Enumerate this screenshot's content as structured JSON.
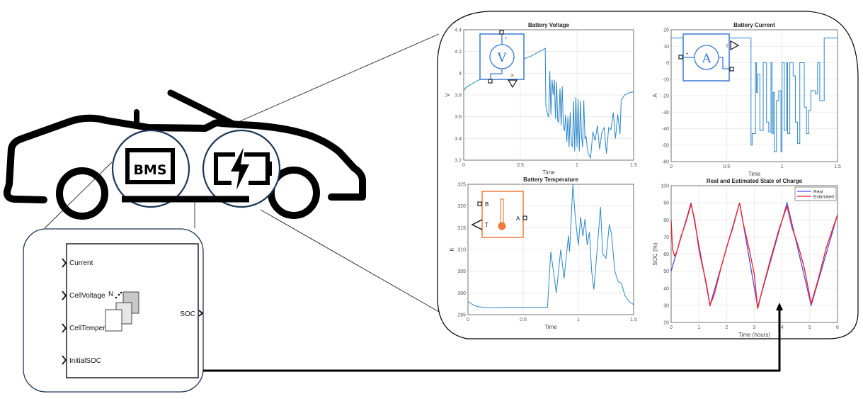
{
  "car": {
    "bms_label": "BMS",
    "icons": [
      "car-outline-icon",
      "bms-chip-icon",
      "battery-charging-icon"
    ],
    "highlight_circle_color": "#1f3557",
    "outline_color": "#000000"
  },
  "bms_block": {
    "inputs": [
      "Current",
      "CellVoltage",
      "CellTemper",
      "InitialSOC"
    ],
    "output": "SOC",
    "subsystem_label": "N",
    "border_color": "#1f3557"
  },
  "plots_panel": {
    "border_color": "#000000"
  },
  "chart_data": [
    {
      "type": "line",
      "title": "Battery Voltage",
      "xlabel": "Time",
      "ylabel": "V",
      "xlim": [
        0,
        1.5
      ],
      "ylim": [
        3.2,
        4.4
      ],
      "xticks": [
        "0",
        "0.5",
        "1",
        "1.5"
      ],
      "yticks": [
        "3.2",
        "3.4",
        "3.6",
        "3.8",
        "4",
        "4.2",
        "4.4"
      ],
      "grid": true,
      "series_color": "#2b86c9",
      "inset_icon": "voltage-sensor-icon",
      "inset_label": "V",
      "x": [
        0,
        0.02,
        0.1,
        0.2,
        0.3,
        0.4,
        0.5,
        0.6,
        0.72,
        0.725,
        0.74,
        0.75,
        0.76,
        0.77,
        0.78,
        0.79,
        0.8,
        0.81,
        0.82,
        0.83,
        0.84,
        0.85,
        0.86,
        0.87,
        0.88,
        0.89,
        0.9,
        0.91,
        0.92,
        0.93,
        0.94,
        0.95,
        0.96,
        0.97,
        0.98,
        0.99,
        1.0,
        1.01,
        1.02,
        1.03,
        1.04,
        1.05,
        1.06,
        1.07,
        1.08,
        1.09,
        1.1,
        1.12,
        1.14,
        1.16,
        1.18,
        1.2,
        1.22,
        1.24,
        1.26,
        1.28,
        1.3,
        1.32,
        1.34,
        1.36,
        1.38,
        1.39,
        1.42,
        1.46,
        1.5
      ],
      "values": [
        3.84,
        3.87,
        3.92,
        3.97,
        4.02,
        4.08,
        4.12,
        4.16,
        4.23,
        3.7,
        3.62,
        3.6,
        4.02,
        3.62,
        3.94,
        3.8,
        3.94,
        3.58,
        3.92,
        3.56,
        3.55,
        3.86,
        3.52,
        3.88,
        3.5,
        3.47,
        3.62,
        3.37,
        3.6,
        3.32,
        3.64,
        3.36,
        3.32,
        3.74,
        3.28,
        3.78,
        3.32,
        3.76,
        3.28,
        3.74,
        3.42,
        3.32,
        3.75,
        3.4,
        3.42,
        3.32,
        3.26,
        3.22,
        3.46,
        3.38,
        3.52,
        3.3,
        3.46,
        3.5,
        3.26,
        3.5,
        3.48,
        3.64,
        3.4,
        3.62,
        3.44,
        3.75,
        3.8,
        3.82,
        3.83
      ]
    },
    {
      "type": "line",
      "title": "Battery Current",
      "xlabel": "Time",
      "ylabel": "A",
      "xlim": [
        0,
        1.5
      ],
      "ylim": [
        -60,
        20
      ],
      "xticks": [
        "0",
        "0.5",
        "1",
        "1.5"
      ],
      "yticks": [
        "-60",
        "-50",
        "-40",
        "-30",
        "-20",
        "-10",
        "0",
        "10",
        "20"
      ],
      "grid": true,
      "series_color": "#2b86c9",
      "inset_icon": "current-sensor-icon",
      "inset_label": "A",
      "x": [
        0,
        0.72,
        0.72,
        0.73,
        0.76,
        0.77,
        0.78,
        0.79,
        0.8,
        0.82,
        0.83,
        0.84,
        0.86,
        0.87,
        0.88,
        0.9,
        0.91,
        0.92,
        0.93,
        0.95,
        0.97,
        0.99,
        1.0,
        1.02,
        1.04,
        1.05,
        1.07,
        1.08,
        1.1,
        1.12,
        1.14,
        1.16,
        1.18,
        1.2,
        1.22,
        1.24,
        1.26,
        1.28,
        1.3,
        1.32,
        1.34,
        1.36,
        1.38,
        1.39,
        1.45,
        1.5
      ],
      "values": [
        15,
        15,
        -50,
        -43,
        0,
        -18,
        -7,
        -7,
        -41,
        -41,
        0,
        0,
        -36,
        -36,
        -42,
        0,
        -43,
        -18,
        -54,
        -23,
        -17,
        -54,
        0,
        -41,
        0,
        -43,
        0,
        0,
        -8,
        -36,
        -49,
        0,
        0,
        -27,
        -43,
        -29,
        -17,
        -17,
        -19,
        0,
        -23,
        -23,
        15,
        15,
        15,
        15
      ]
    },
    {
      "type": "line",
      "title": "Battery Temperature",
      "xlabel": "Time",
      "ylabel": "K",
      "xlim": [
        0,
        1.5
      ],
      "ylim": [
        295,
        325
      ],
      "xticks": [
        "0",
        "0.5",
        "1",
        "1.5"
      ],
      "yticks": [
        "295",
        "300",
        "305",
        "310",
        "315",
        "320",
        "325"
      ],
      "grid": true,
      "series_color": "#2b86c9",
      "inset_icon": "temperature-sensor-icon",
      "inset_labels": [
        "B",
        "T",
        "A"
      ],
      "x": [
        0,
        0.05,
        0.1,
        0.2,
        0.3,
        0.4,
        0.5,
        0.6,
        0.72,
        0.75,
        0.8,
        0.84,
        0.87,
        0.91,
        0.92,
        0.95,
        0.97,
        0.99,
        1.0,
        1.02,
        1.04,
        1.06,
        1.08,
        1.1,
        1.12,
        1.14,
        1.17,
        1.2,
        1.22,
        1.25,
        1.28,
        1.3,
        1.33,
        1.36,
        1.39,
        1.42,
        1.46,
        1.5
      ],
      "values": [
        298,
        297.2,
        296.8,
        296.6,
        296.6,
        296.7,
        296.7,
        296.7,
        296.7,
        309.5,
        300,
        310,
        303.3,
        313.2,
        309.5,
        325,
        318,
        313,
        311,
        317.5,
        313,
        317,
        311,
        314,
        305,
        300.8,
        310,
        319.8,
        309,
        308,
        315.8,
        313.5,
        305,
        302.6,
        302.2,
        299.5,
        298,
        297.3
      ]
    },
    {
      "type": "line",
      "title": "Real and Estimated State of Charge",
      "xlabel": "Time (hours)",
      "ylabel": "SOC (%)",
      "xlim": [
        0,
        6
      ],
      "ylim": [
        20,
        100
      ],
      "xticks": [
        "0",
        "1",
        "2",
        "3",
        "4",
        "5",
        "6"
      ],
      "yticks": [
        "20",
        "30",
        "40",
        "50",
        "60",
        "70",
        "80",
        "90",
        "100"
      ],
      "grid": true,
      "legend": {
        "position": "top-right",
        "entries": [
          "Real",
          "Estimated"
        ]
      },
      "series": [
        {
          "name": "Real",
          "color": "#4d4dff",
          "x": [
            0,
            0.72,
            1.4,
            2.47,
            3.12,
            4.18,
            5.05,
            6.0
          ],
          "values": [
            50,
            90,
            30,
            90,
            29,
            90,
            30,
            83
          ]
        },
        {
          "name": "Estimated",
          "color": "#ff1a1a",
          "x": [
            0,
            0.05,
            0.12,
            0.2,
            0.35,
            0.5,
            0.72,
            0.85,
            1.0,
            1.1,
            1.2,
            1.3,
            1.4,
            1.55,
            1.8,
            2.0,
            2.2,
            2.47,
            2.6,
            2.8,
            3.0,
            3.12,
            3.3,
            3.6,
            3.9,
            4.18,
            4.35,
            4.6,
            4.8,
            5.05,
            5.3,
            5.6,
            6.0
          ],
          "values": [
            80,
            63,
            59,
            61,
            70,
            77,
            89,
            80,
            63,
            55,
            48,
            40,
            30,
            36,
            52,
            64,
            74,
            90,
            78,
            64,
            48,
            28,
            40,
            58,
            75,
            88,
            76,
            64,
            52,
            31,
            45,
            64,
            83
          ]
        }
      ]
    }
  ]
}
